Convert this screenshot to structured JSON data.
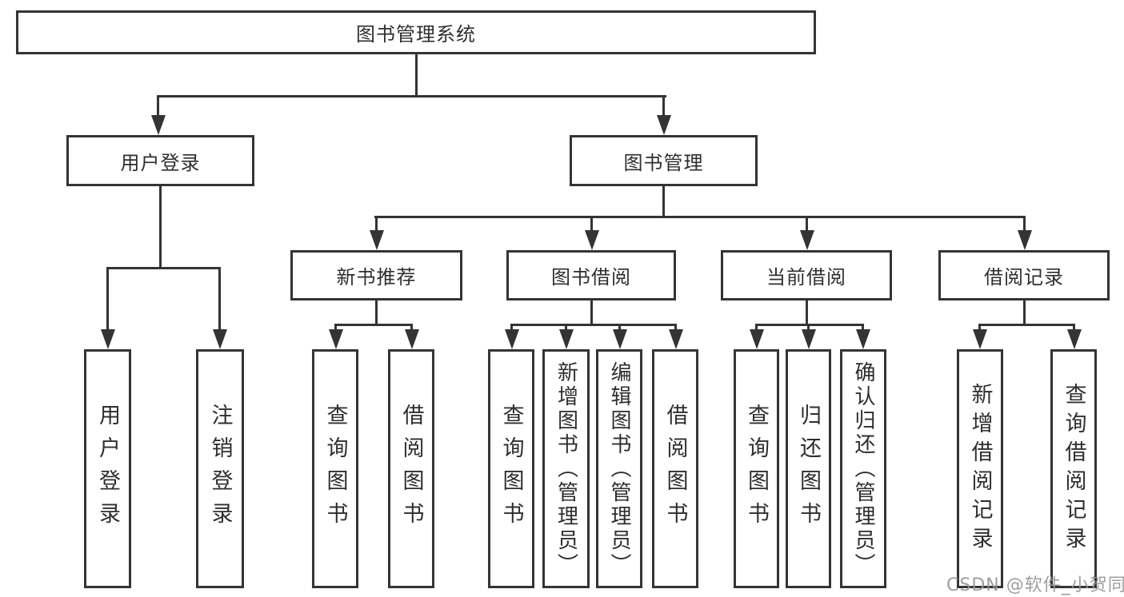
{
  "diagram": {
    "root": {
      "label": "图书管理系统"
    },
    "branches": [
      {
        "label": "用户登录",
        "children": [
          {
            "label": "用户登录"
          },
          {
            "label": "注销登录"
          }
        ]
      },
      {
        "label": "图书管理",
        "sections": [
          {
            "label": "新书推荐",
            "children": [
              {
                "label": "查询图书"
              },
              {
                "label": "借阅图书"
              }
            ]
          },
          {
            "label": "图书借阅",
            "children": [
              {
                "label": "查询图书"
              },
              {
                "label": "新增图书（管理员）"
              },
              {
                "label": "编辑图书（管理员）"
              },
              {
                "label": "借阅图书"
              }
            ]
          },
          {
            "label": "当前借阅",
            "children": [
              {
                "label": "查询图书"
              },
              {
                "label": "归还图书"
              },
              {
                "label": "确认归还（管理员）"
              }
            ]
          },
          {
            "label": "借阅记录",
            "children": [
              {
                "label": "新增借阅记录"
              },
              {
                "label": "查询借阅记录"
              }
            ]
          }
        ]
      }
    ]
  },
  "watermark": "CSDN @软件_小贺同学",
  "colors": {
    "line": "#343434",
    "text": "#2e2e2e",
    "watermark": "#969696",
    "background": "#ffffff"
  }
}
